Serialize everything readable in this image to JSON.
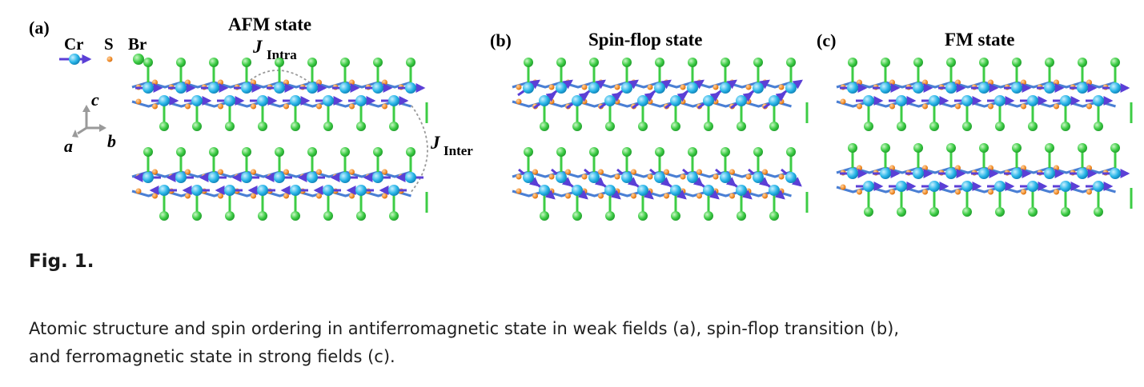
{
  "figure": {
    "panel_a": {
      "tag": "(a)",
      "title": "AFM state",
      "j_intra_symbol": "J",
      "j_intra_sub": "Intra",
      "j_inter_symbol": "J",
      "j_inter_sub": "Inter"
    },
    "panel_b": {
      "tag": "(b)",
      "title": "Spin-flop state"
    },
    "panel_c": {
      "tag": "(c)",
      "title": "FM state"
    },
    "legend": {
      "cr": "Cr",
      "s": "S",
      "br": "Br"
    },
    "axes": {
      "c": "c",
      "a": "a",
      "b": "b"
    },
    "colors": {
      "cr": "#29b6e8",
      "s": "#f08a24",
      "br": "#3dcc45",
      "bond": "#4a7fd4",
      "spin": "#5b3fd6",
      "link": "#9a9a9a"
    }
  },
  "fig_label": "Fig. 1.",
  "caption_lines": [
    "Atomic structure and spin ordering in antiferromagnetic state in weak fields (a), spin-flop transition (b),",
    "and ferromagnetic state in strong fields (c)."
  ]
}
